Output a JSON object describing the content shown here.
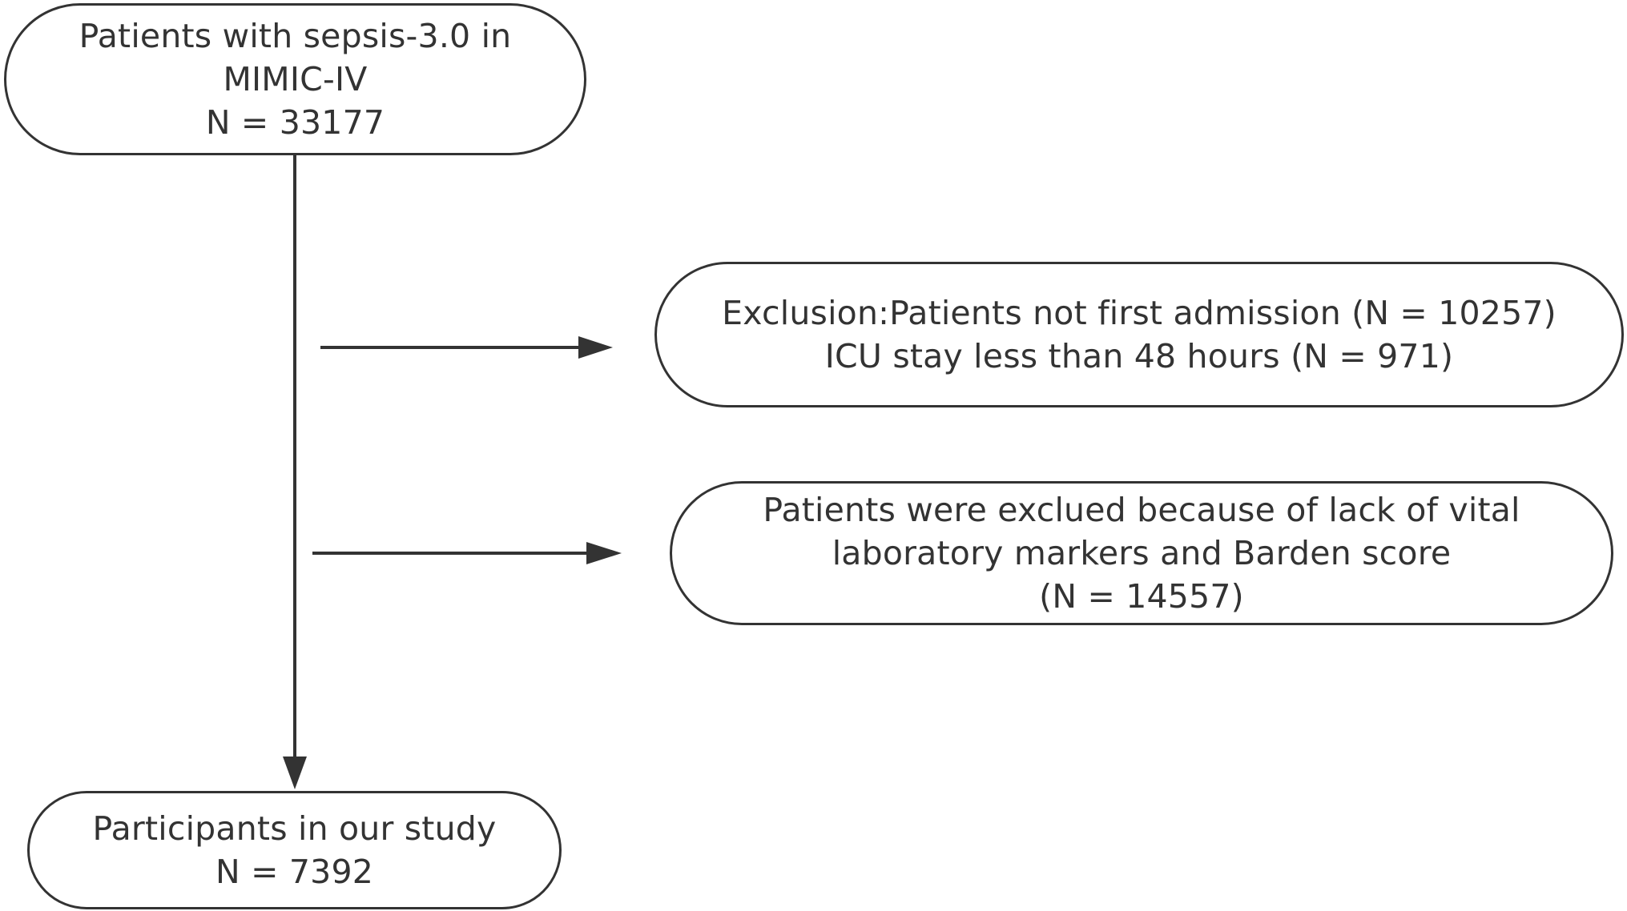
{
  "flowchart": {
    "start": {
      "lines": [
        "Patients with sepsis-3.0 in",
        "MIMIC-IV",
        "N = 33177"
      ]
    },
    "exclusion_1": {
      "lines": [
        "Exclusion:Patients not first admission (N = 10257)",
        "ICU stay less than 48 hours (N = 971)"
      ]
    },
    "exclusion_2": {
      "lines": [
        "Patients were exclued because of lack of vital",
        "laboratory markers and Barden score",
        "(N = 14557)"
      ]
    },
    "end": {
      "lines": [
        "Participants in our study",
        "N = 7392"
      ]
    }
  },
  "colors": {
    "stroke": "#333333",
    "background": "#ffffff"
  }
}
